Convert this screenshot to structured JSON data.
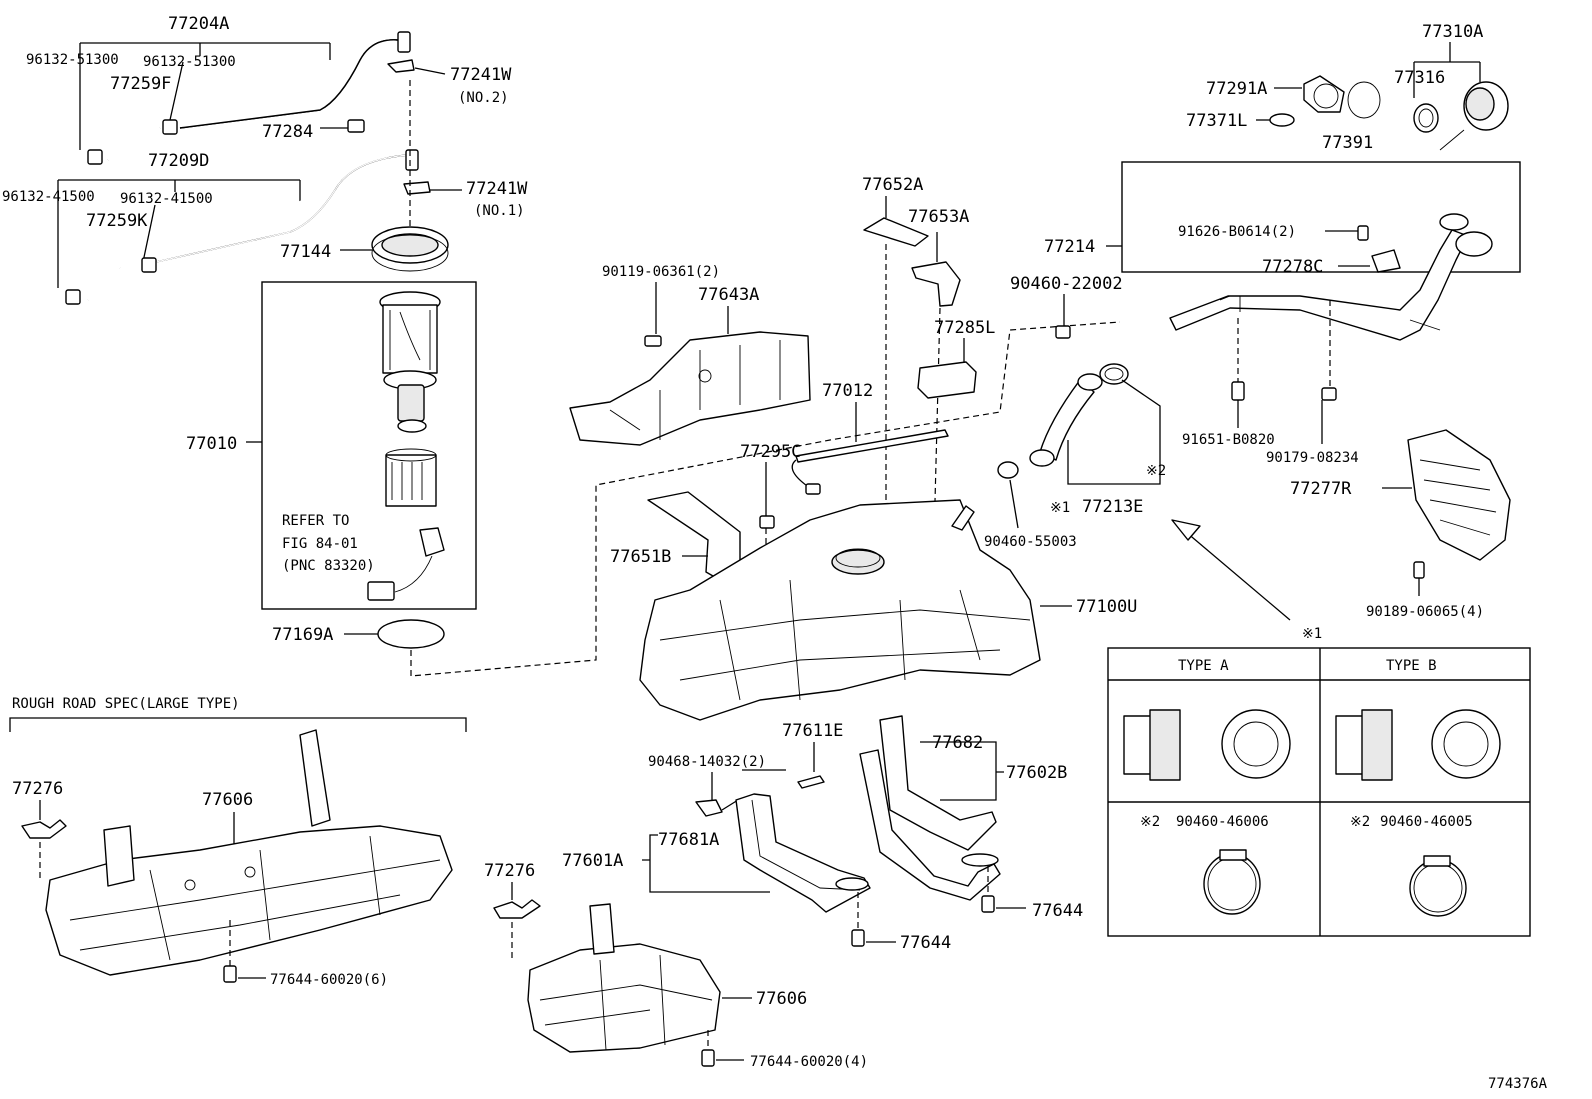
{
  "diagram_id": "774376A",
  "labels": {
    "l77204A": "77204A",
    "l96132_51300_a": "96132-51300",
    "l96132_51300_b": "96132-51300",
    "l77259F": "77259F",
    "l77241W_2": "77241W",
    "l77241W_2_sub": "(NO.2)",
    "l77284": "77284",
    "l77209D": "77209D",
    "l96132_41500_a": "96132-41500",
    "l96132_41500_b": "96132-41500",
    "l77259K": "77259K",
    "l77241W_1": "77241W",
    "l77241W_1_sub": "(NO.1)",
    "l77144": "77144",
    "l77010": "77010",
    "refer1": "REFER TO",
    "refer2": "FIG 84-01",
    "refer3": "(PNC 83320)",
    "l77169A": "77169A",
    "l77652A": "77652A",
    "l77653A": "77653A",
    "l90119": "90119-06361(2)",
    "l77643A": "77643A",
    "l77285L": "77285L",
    "l77012": "77012",
    "l77295C": "77295C",
    "l77651B": "77651B",
    "l77100U": "77100U",
    "l77214": "77214",
    "l90460_22002": "90460-22002",
    "l91626": "91626-B0614(2)",
    "l77278C": "77278C",
    "l91651": "91651-B0820",
    "l90179": "90179-08234",
    "l77213E": "77213E",
    "mark1_77213E": "※1",
    "mark2_hose": "※2",
    "l90460_55003": "90460-55003",
    "l77310A": "77310A",
    "l77291A": "77291A",
    "l77316": "77316",
    "l77371L": "77371L",
    "l77391": "77391",
    "l77277R": "77277R",
    "l90189": "90189-06065(4)",
    "rough_road": "ROUGH ROAD SPEC(LARGE TYPE)",
    "l77276_a": "77276",
    "l77606_a": "77606",
    "l77644_60020_6": "77644-60020(6)",
    "l77276_b": "77276",
    "l77606_b": "77606",
    "l77644_60020_4": "77644-60020(4)",
    "l90468": "90468-14032(2)",
    "l77611E": "77611E",
    "l77681A": "77681A",
    "l77601A": "77601A",
    "l77682": "77682",
    "l77602B": "77602B",
    "l77644_a": "77644",
    "l77644_b": "77644"
  },
  "type_table": {
    "marker": "※1",
    "type_a": "TYPE  A",
    "type_b": "TYPE  B",
    "clamp_a_mark": "※2",
    "clamp_a": "90460-46006",
    "clamp_b_mark": "※2",
    "clamp_b": "90460-46005"
  }
}
